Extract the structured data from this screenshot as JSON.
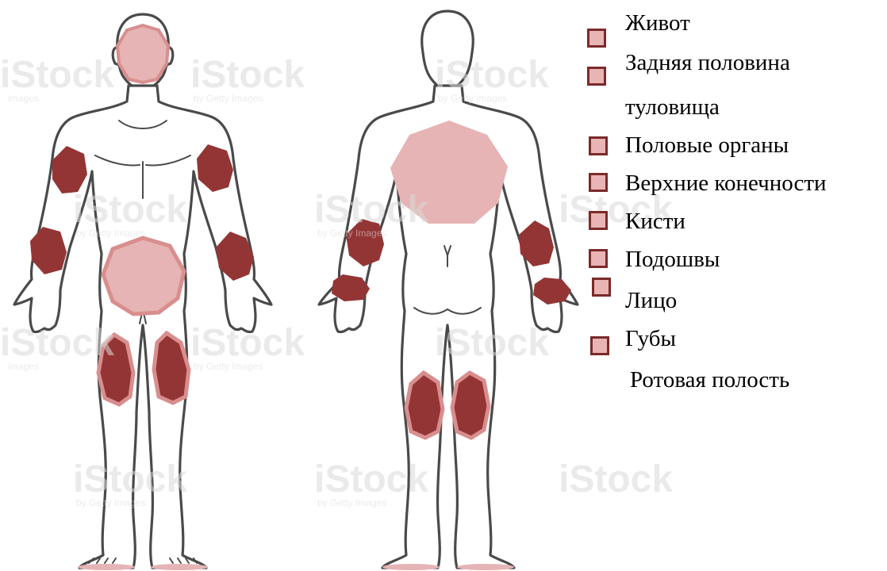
{
  "watermark": {
    "brand": "iStock",
    "by_line": "by Getty Images",
    "fragment": "images"
  },
  "colors": {
    "dark_patch": "#943535",
    "light_patch": "#e6b4b4",
    "patch_border": "#d98e8e",
    "outline": "#4a4a4a",
    "swatch_border": "#7b2a2a"
  },
  "legend": {
    "items": [
      {
        "key": "abdomen",
        "label": "Живот"
      },
      {
        "key": "back_trunk",
        "label": "Задняя половина"
      },
      {
        "key": "back_trunk_cont",
        "label": "туловища"
      },
      {
        "key": "genitals",
        "label": "Половые органы"
      },
      {
        "key": "upper_limbs",
        "label": "Верхние конечности"
      },
      {
        "key": "hands",
        "label": "Кисти"
      },
      {
        "key": "soles",
        "label": "Подошвы"
      },
      {
        "key": "face",
        "label": "Лицо"
      },
      {
        "key": "lips",
        "label": "Губы"
      },
      {
        "key": "oral_cavity",
        "label": "Ротовая полость"
      }
    ]
  }
}
